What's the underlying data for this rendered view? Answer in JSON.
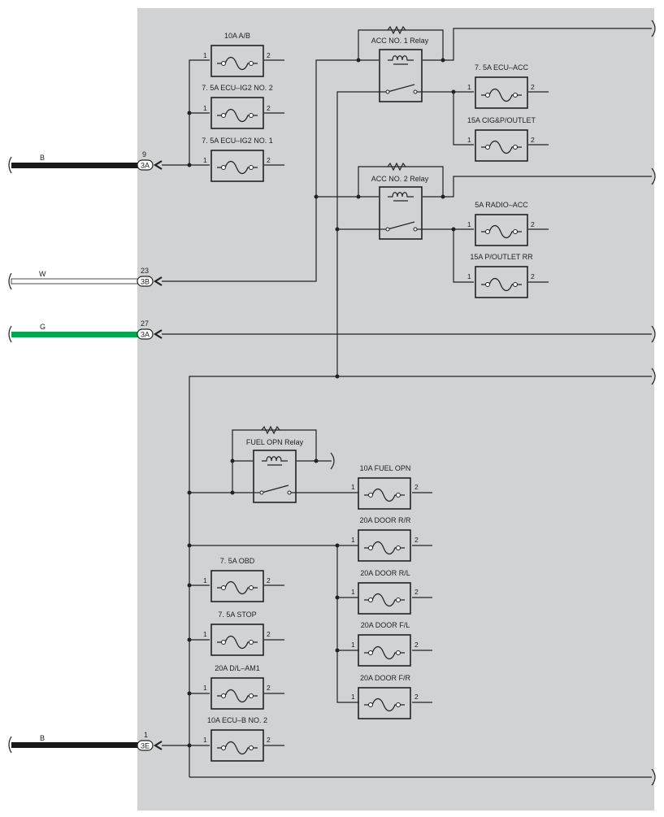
{
  "colors": {
    "panel": "#d1d2d4",
    "wire_B": "#1a1a1a",
    "wire_W": "#ffffff",
    "wire_G": "#00a651",
    "line": "#222222"
  },
  "fuses": [
    {
      "id": "f-10a-ab",
      "label": "10A A/B",
      "pin1": "1",
      "pin2": "2"
    },
    {
      "id": "f-75a-ecu-ig2-no2",
      "label": "7. 5A ECU–IG2 NO. 2",
      "pin1": "1",
      "pin2": "2"
    },
    {
      "id": "f-75a-ecu-ig2-no1",
      "label": "7. 5A ECU–IG2 NO. 1",
      "pin1": "1",
      "pin2": "2"
    },
    {
      "id": "f-75a-ecu-acc",
      "label": "7. 5A ECU–ACC",
      "pin1": "1",
      "pin2": "2"
    },
    {
      "id": "f-15a-cig-poutlet",
      "label": "15A CIG&P/OUTLET",
      "pin1": "1",
      "pin2": "2"
    },
    {
      "id": "f-5a-radio-acc",
      "label": "5A RADIO–ACC",
      "pin1": "1",
      "pin2": "2"
    },
    {
      "id": "f-15a-poutlet-rr",
      "label": "15A P/OUTLET RR",
      "pin1": "1",
      "pin2": "2"
    },
    {
      "id": "f-10a-fuel-opn",
      "label": "10A FUEL OPN",
      "pin1": "1",
      "pin2": "2"
    },
    {
      "id": "f-20a-door-rr",
      "label": "20A DOOR R/R",
      "pin1": "1",
      "pin2": "2"
    },
    {
      "id": "f-20a-door-rl",
      "label": "20A DOOR R/L",
      "pin1": "1",
      "pin2": "2"
    },
    {
      "id": "f-20a-door-fl",
      "label": "20A DOOR F/L",
      "pin1": "1",
      "pin2": "2"
    },
    {
      "id": "f-20a-door-fr",
      "label": "20A DOOR F/R",
      "pin1": "1",
      "pin2": "2"
    },
    {
      "id": "f-75a-obd",
      "label": "7. 5A OBD",
      "pin1": "1",
      "pin2": "2"
    },
    {
      "id": "f-75a-stop",
      "label": "7. 5A STOP",
      "pin1": "1",
      "pin2": "2"
    },
    {
      "id": "f-20a-dl-am1",
      "label": "20A D/L–AM1",
      "pin1": "1",
      "pin2": "2"
    },
    {
      "id": "f-10a-ecu-b-no2",
      "label": "10A ECU–B NO. 2",
      "pin1": "1",
      "pin2": "2"
    }
  ],
  "relays": [
    {
      "id": "r-acc-no1",
      "label": "ACC NO. 1 Relay"
    },
    {
      "id": "r-acc-no2",
      "label": "ACC NO. 2 Relay"
    },
    {
      "id": "r-fuel-opn",
      "label": "FUEL OPN Relay"
    }
  ],
  "inputs": [
    {
      "id": "in-b-top",
      "wire": "B",
      "pin": "9",
      "connector": "3A"
    },
    {
      "id": "in-w",
      "wire": "W",
      "pin": "23",
      "connector": "3B"
    },
    {
      "id": "in-g",
      "wire": "G",
      "pin": "27",
      "connector": "3A"
    },
    {
      "id": "in-b-bottom",
      "wire": "B",
      "pin": "1",
      "connector": "3E"
    }
  ]
}
